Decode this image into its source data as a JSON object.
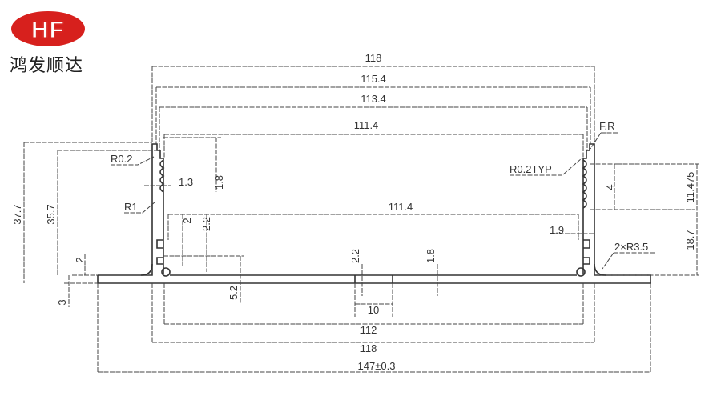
{
  "logo": {
    "mark": "HF",
    "brand_name": "鸿发顺达",
    "color": "#d7201d"
  },
  "drawing": {
    "dims": {
      "top_118": "118",
      "top_115_4": "115.4",
      "top_113_4": "113.4",
      "top_111_4": "111.4",
      "inner_111_4": "111.4",
      "bottom_112": "112",
      "bottom_118": "118",
      "overall_147": "147±0.3",
      "slot_10": "10",
      "height_37_7": "37.7",
      "height_35_7": "35.7",
      "base_2": "2",
      "base_3": "3",
      "groove_1_3": "1.3",
      "groove_1_8": "1.8",
      "slot_2": "2",
      "slot_2_2": "2.2",
      "center_2_2": "2.2",
      "center_1_8": "1.8",
      "depth_5_2": "5.2",
      "wall_1_9": "1.9",
      "pitch_4": "4",
      "groove_11_475": "11.475",
      "height_18_7": "18.7"
    },
    "notes": {
      "r0_2": "R0.2",
      "r1": "R1",
      "fr": "F.R",
      "r0_2typ": "R0.2TYP",
      "r3_5": "2×R3.5"
    }
  }
}
